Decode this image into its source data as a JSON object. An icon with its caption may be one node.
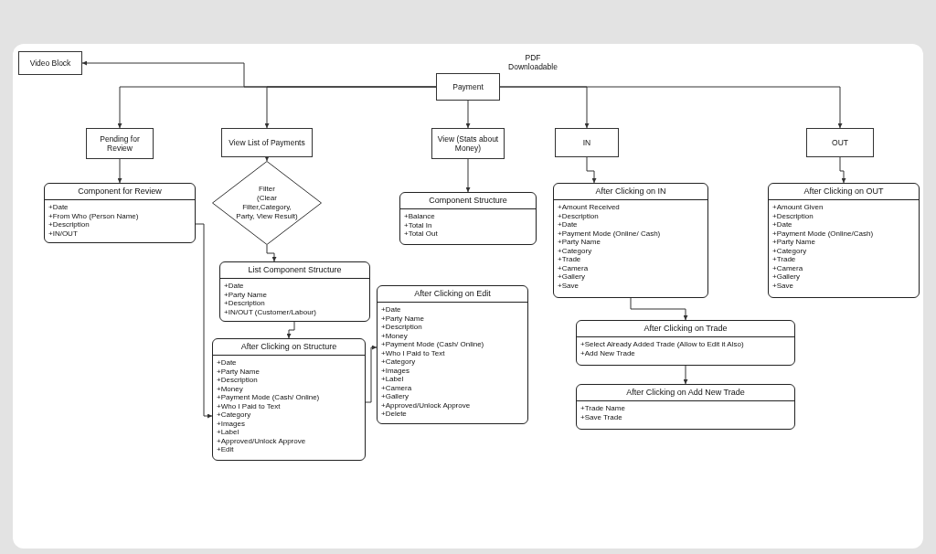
{
  "diagram": {
    "nodes": [
      {
        "text": [
          "Video Block"
        ]
      },
      {
        "text": [
          "Payment"
        ],
        "beside": [
          "PDF Downloadable"
        ]
      },
      {
        "text": [
          "Pending for Review"
        ]
      },
      {
        "text": [
          "View List of Payments"
        ]
      },
      {
        "text": [
          "View (Stats about Money)"
        ]
      },
      {
        "text": [
          "IN"
        ]
      },
      {
        "text": [
          "OUT"
        ]
      },
      {
        "text": [
          "Component for Review",
          "+Date",
          "+From Who (Person Name)",
          "+Description",
          "+IN/OUT"
        ]
      },
      {
        "text": [
          "Filter",
          "(Clear Filter,Category, Party, View Result)"
        ]
      },
      {
        "text": [
          "Component Structure",
          "+Balance",
          "+Total In",
          "+Total Out"
        ]
      },
      {
        "text": [
          "After Clicking on IN",
          "+Amount Received",
          "+Description",
          "+Date",
          "+Payment Mode (Online/ Cash)",
          "+Party Name",
          "+Category",
          "+Trade",
          "+Camera",
          "+Gallery",
          "+Save"
        ]
      },
      {
        "text": [
          "After Clicking on OUT",
          "+Amount Given",
          "+Description",
          "+Date",
          "+Payment Mode (Online/Cash)",
          "+Party Name",
          "+Category",
          "+Trade",
          "+Camera",
          "+Gallery",
          "+Save"
        ]
      },
      {
        "text": [
          "List Component Structure",
          "+Date",
          "+Party Name",
          "+Description",
          "+IN/OUT (Customer/Labour)"
        ]
      },
      {
        "text": [
          "After Clicking on Edit",
          "+Date",
          "+Party Name",
          "+Description",
          "+Money",
          "+Payment Mode (Cash/ Online)",
          "+Who I Paid to Text",
          "+Category",
          "+Images",
          "+Label",
          "+Camera",
          "+Gallery",
          "+Approved/Unlock Approve",
          "+Delete"
        ]
      },
      {
        "text": [
          "After Clicking on Trade",
          "+Select Already Added Trade (Allow to Edit it Also)",
          "+Add New Trade"
        ]
      },
      {
        "text": [
          "After Clicking on Structure",
          "+Date",
          "+Party Name",
          "+Description",
          "+Money",
          "+Payment Mode (Cash/ Online)",
          "+Who I Paid to Text",
          "+Category",
          "+Images",
          "+Label",
          "+Approved/Unlock Approve",
          "+Edit"
        ]
      },
      {
        "text": [
          "After Clicking on Add New Trade",
          "+Trade Name",
          "+Save Trade"
        ]
      }
    ],
    "edges": [
      {
        "from": 1,
        "to": 0,
        "arrow": "to"
      },
      {
        "from": 1,
        "to": 2,
        "arrow": "to"
      },
      {
        "from": 1,
        "to": 3,
        "arrow": "to"
      },
      {
        "from": 1,
        "to": 4,
        "arrow": "to"
      },
      {
        "from": 1,
        "to": 5,
        "arrow": "to"
      },
      {
        "from": 1,
        "to": 6,
        "arrow": "to"
      },
      {
        "from": 2,
        "to": 7,
        "arrow": "to"
      },
      {
        "from": 3,
        "to": 8,
        "arrow": "to"
      },
      {
        "from": 4,
        "to": 9,
        "arrow": "to"
      },
      {
        "from": 5,
        "to": 10,
        "arrow": "to"
      },
      {
        "from": 6,
        "to": 11,
        "arrow": "to"
      },
      {
        "from": 8,
        "to": 12,
        "arrow": "to"
      },
      {
        "from": 12,
        "to": 15,
        "arrow": "to"
      },
      {
        "from": 7,
        "to": 15,
        "arrow": "to"
      },
      {
        "from": 15,
        "to": 13,
        "arrow": "to"
      },
      {
        "from": 10,
        "to": 14,
        "arrow": "to"
      },
      {
        "from": 14,
        "to": 16,
        "arrow": "to"
      }
    ]
  }
}
